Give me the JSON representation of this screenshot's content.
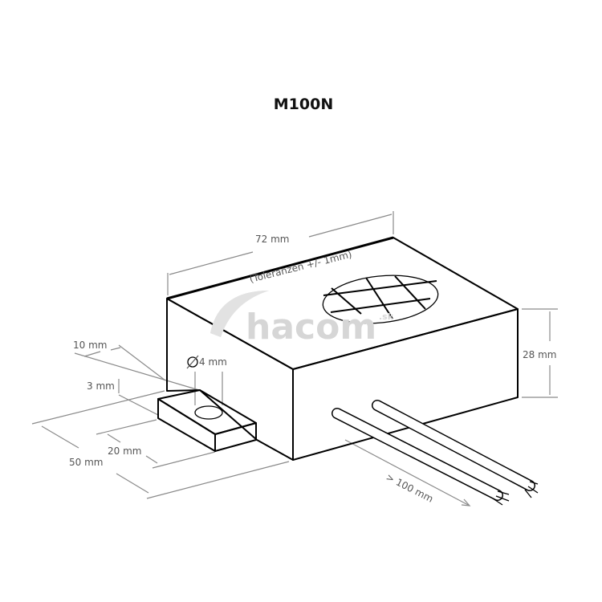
{
  "title": "M100N",
  "dimensions": {
    "length": "72 mm",
    "height": "28 mm",
    "tab_width": "10 mm",
    "tab_thickness": "3 mm",
    "hole_diameter": "4 mm",
    "tab_length": "20 mm",
    "depth": "50 mm",
    "wire_length": "> 100 mm"
  },
  "tolerance_note": "(Toleranzen +/- 1mm)",
  "watermark": {
    "brand": "hacom",
    "suffix": ".sk"
  }
}
